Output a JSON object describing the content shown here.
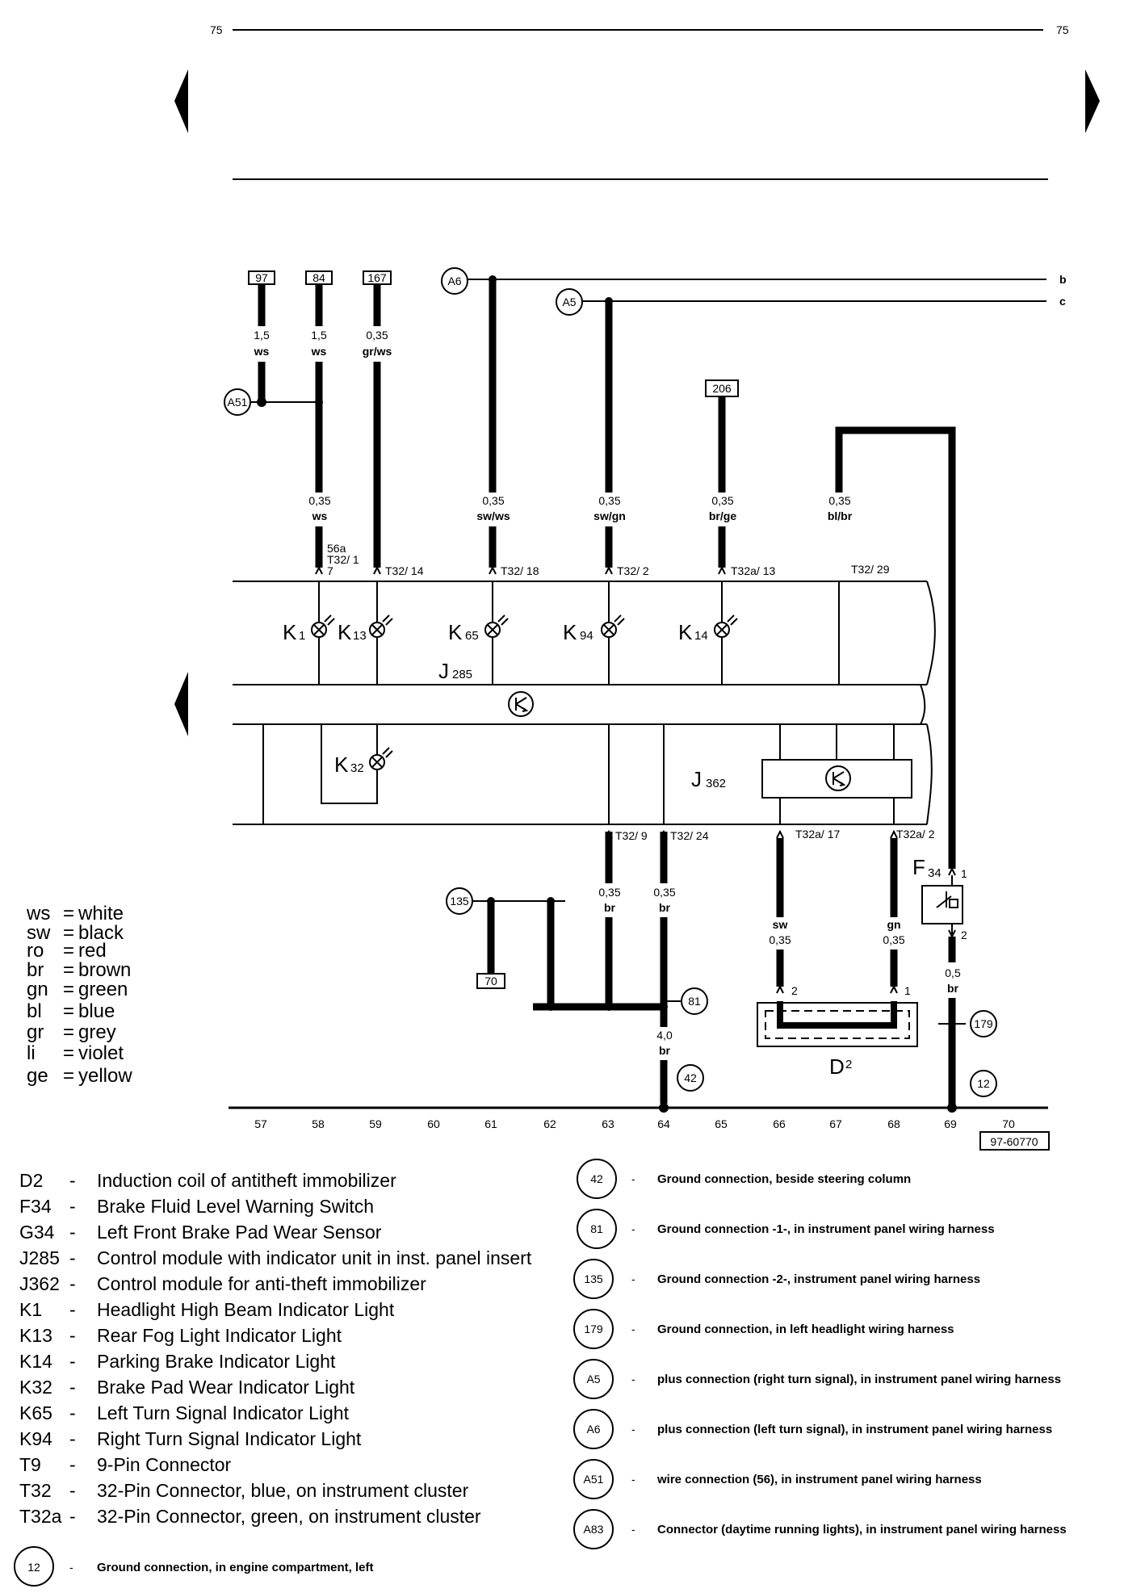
{
  "page": {
    "number_left": "75",
    "number_right": "75",
    "figure_id": "97-60770"
  },
  "connectors": {
    "top_boxes": [
      "97",
      "84",
      "167",
      "206"
    ],
    "box_70": "70",
    "circles": {
      "A6": "A6",
      "A5": "A5",
      "A51": "A51",
      "c135": "135",
      "c81": "81",
      "c42": "42",
      "c179": "179",
      "c12": "12"
    },
    "rail_b": "b",
    "rail_c": "c"
  },
  "wires": [
    {
      "size": "1,5",
      "color": "ws"
    },
    {
      "size": "1,5",
      "color": "ws"
    },
    {
      "size": "0,35",
      "color": "gr/ws"
    },
    {
      "size": "0,35",
      "color": "ws"
    },
    {
      "size": "0,35",
      "color": "sw/ws"
    },
    {
      "size": "0,35",
      "color": "sw/gn"
    },
    {
      "size": "0,35",
      "color": "br/ge"
    },
    {
      "size": "0,35",
      "color": "bl/br"
    },
    {
      "size": "0,35",
      "color": "br"
    },
    {
      "size": "0,35",
      "color": "br"
    },
    {
      "size": "sw",
      "color": "0,35"
    },
    {
      "size": "gn",
      "color": "0,35"
    },
    {
      "size": "0,5",
      "color": "br"
    },
    {
      "size": "4,0",
      "color": "br"
    }
  ],
  "pins": {
    "p56a": "56a",
    "t32_1": "T32/ 1",
    "p7": "7",
    "t32_14": "T32/ 14",
    "t32_18": "T32/ 18",
    "t32_2": "T32/ 2",
    "t32a_13": "T32a/ 13",
    "t32_29": "T32/ 29",
    "t32_9": "T32/ 9",
    "t32_24": "T32/ 24",
    "t32a_17": "T32a/ 17",
    "t32a_2": "T32a/ 2",
    "d2_2": "2",
    "d2_1": "1",
    "f34_1": "1",
    "f34_2": "2"
  },
  "components": {
    "K1": [
      "K",
      "1"
    ],
    "K13": [
      "K",
      "13"
    ],
    "K65": [
      "K",
      "65"
    ],
    "K94": [
      "K",
      "94"
    ],
    "K14": [
      "K",
      "14"
    ],
    "K32": [
      "K",
      "32"
    ],
    "J285": [
      "J",
      "285"
    ],
    "J362": [
      "J",
      "362"
    ],
    "F34": [
      "F",
      "34"
    ],
    "D2": [
      "D",
      "2"
    ]
  },
  "axis": [
    "57",
    "58",
    "59",
    "60",
    "61",
    "62",
    "63",
    "64",
    "65",
    "66",
    "67",
    "68",
    "69",
    "70"
  ],
  "color_legend": [
    {
      "code": "ws",
      "eq": "=",
      "name": "white"
    },
    {
      "code": "sw",
      "eq": "=",
      "name": "black"
    },
    {
      "code": "ro",
      "eq": "=",
      "name": "red"
    },
    {
      "code": "br",
      "eq": "=",
      "name": "brown"
    },
    {
      "code": "gn",
      "eq": "=",
      "name": "green"
    },
    {
      "code": "bl",
      "eq": "=",
      "name": "blue"
    },
    {
      "code": "gr",
      "eq": "=",
      "name": "grey"
    },
    {
      "code": "li",
      "eq": "=",
      "name": "violet"
    },
    {
      "code": "ge",
      "eq": "=",
      "name": "yellow"
    }
  ],
  "parts_legend": [
    {
      "code": "D2",
      "dash": "-",
      "desc": "Induction coil of antitheft immobilizer"
    },
    {
      "code": "F34",
      "dash": "-",
      "desc": "Brake Fluid Level Warning Switch"
    },
    {
      "code": "G34",
      "dash": "-",
      "desc": "Left Front Brake Pad Wear Sensor"
    },
    {
      "code": "J285",
      "dash": "-",
      "desc": "Control module with indicator unit in inst. panel insert"
    },
    {
      "code": "J362",
      "dash": "-",
      "desc": "Control module for anti-theft immobilizer"
    },
    {
      "code": "K1",
      "dash": "-",
      "desc": "Headlight High Beam Indicator Light"
    },
    {
      "code": "K13",
      "dash": "-",
      "desc": "Rear Fog Light Indicator Light"
    },
    {
      "code": "K14",
      "dash": "-",
      "desc": "Parking Brake Indicator Light"
    },
    {
      "code": "K32",
      "dash": "-",
      "desc": "Brake Pad Wear Indicator Light"
    },
    {
      "code": "K65",
      "dash": "-",
      "desc": "Left Turn Signal Indicator Light"
    },
    {
      "code": "K94",
      "dash": "-",
      "desc": "Right Turn Signal Indicator Light"
    },
    {
      "code": "T9",
      "dash": "-",
      "desc": "9-Pin Connector"
    },
    {
      "code": "T32",
      "dash": "-",
      "desc": "32-Pin Connector, blue, on instrument cluster"
    },
    {
      "code": "T32a",
      "dash": "-",
      "desc": "32-Pin Connector, green, on instrument cluster"
    }
  ],
  "ground_12": {
    "code": "12",
    "dash": "-",
    "desc": "Ground connection, in engine compartment, left"
  },
  "ground_legend": [
    {
      "code": "42",
      "dash": "-",
      "desc": "Ground connection, beside steering column"
    },
    {
      "code": "81",
      "dash": "-",
      "desc": "Ground connection -1-, in instrument panel wiring harness"
    },
    {
      "code": "135",
      "dash": "-",
      "desc": "Ground connection -2-, instrument panel wiring harness"
    },
    {
      "code": "179",
      "dash": "-",
      "desc": "Ground connection, in left headlight wiring harness"
    },
    {
      "code": "A5",
      "dash": "-",
      "desc": "plus connection (right turn signal), in instrument panel wiring harness"
    },
    {
      "code": "A6",
      "dash": "-",
      "desc": "plus connection (left turn signal), in instrument panel wiring harness"
    },
    {
      "code": "A51",
      "dash": "-",
      "desc": "wire connection (56), in instrument panel wiring harness"
    },
    {
      "code": "A83",
      "dash": "-",
      "desc": "Connector (daytime running lights), in instrument panel wiring harness"
    }
  ]
}
